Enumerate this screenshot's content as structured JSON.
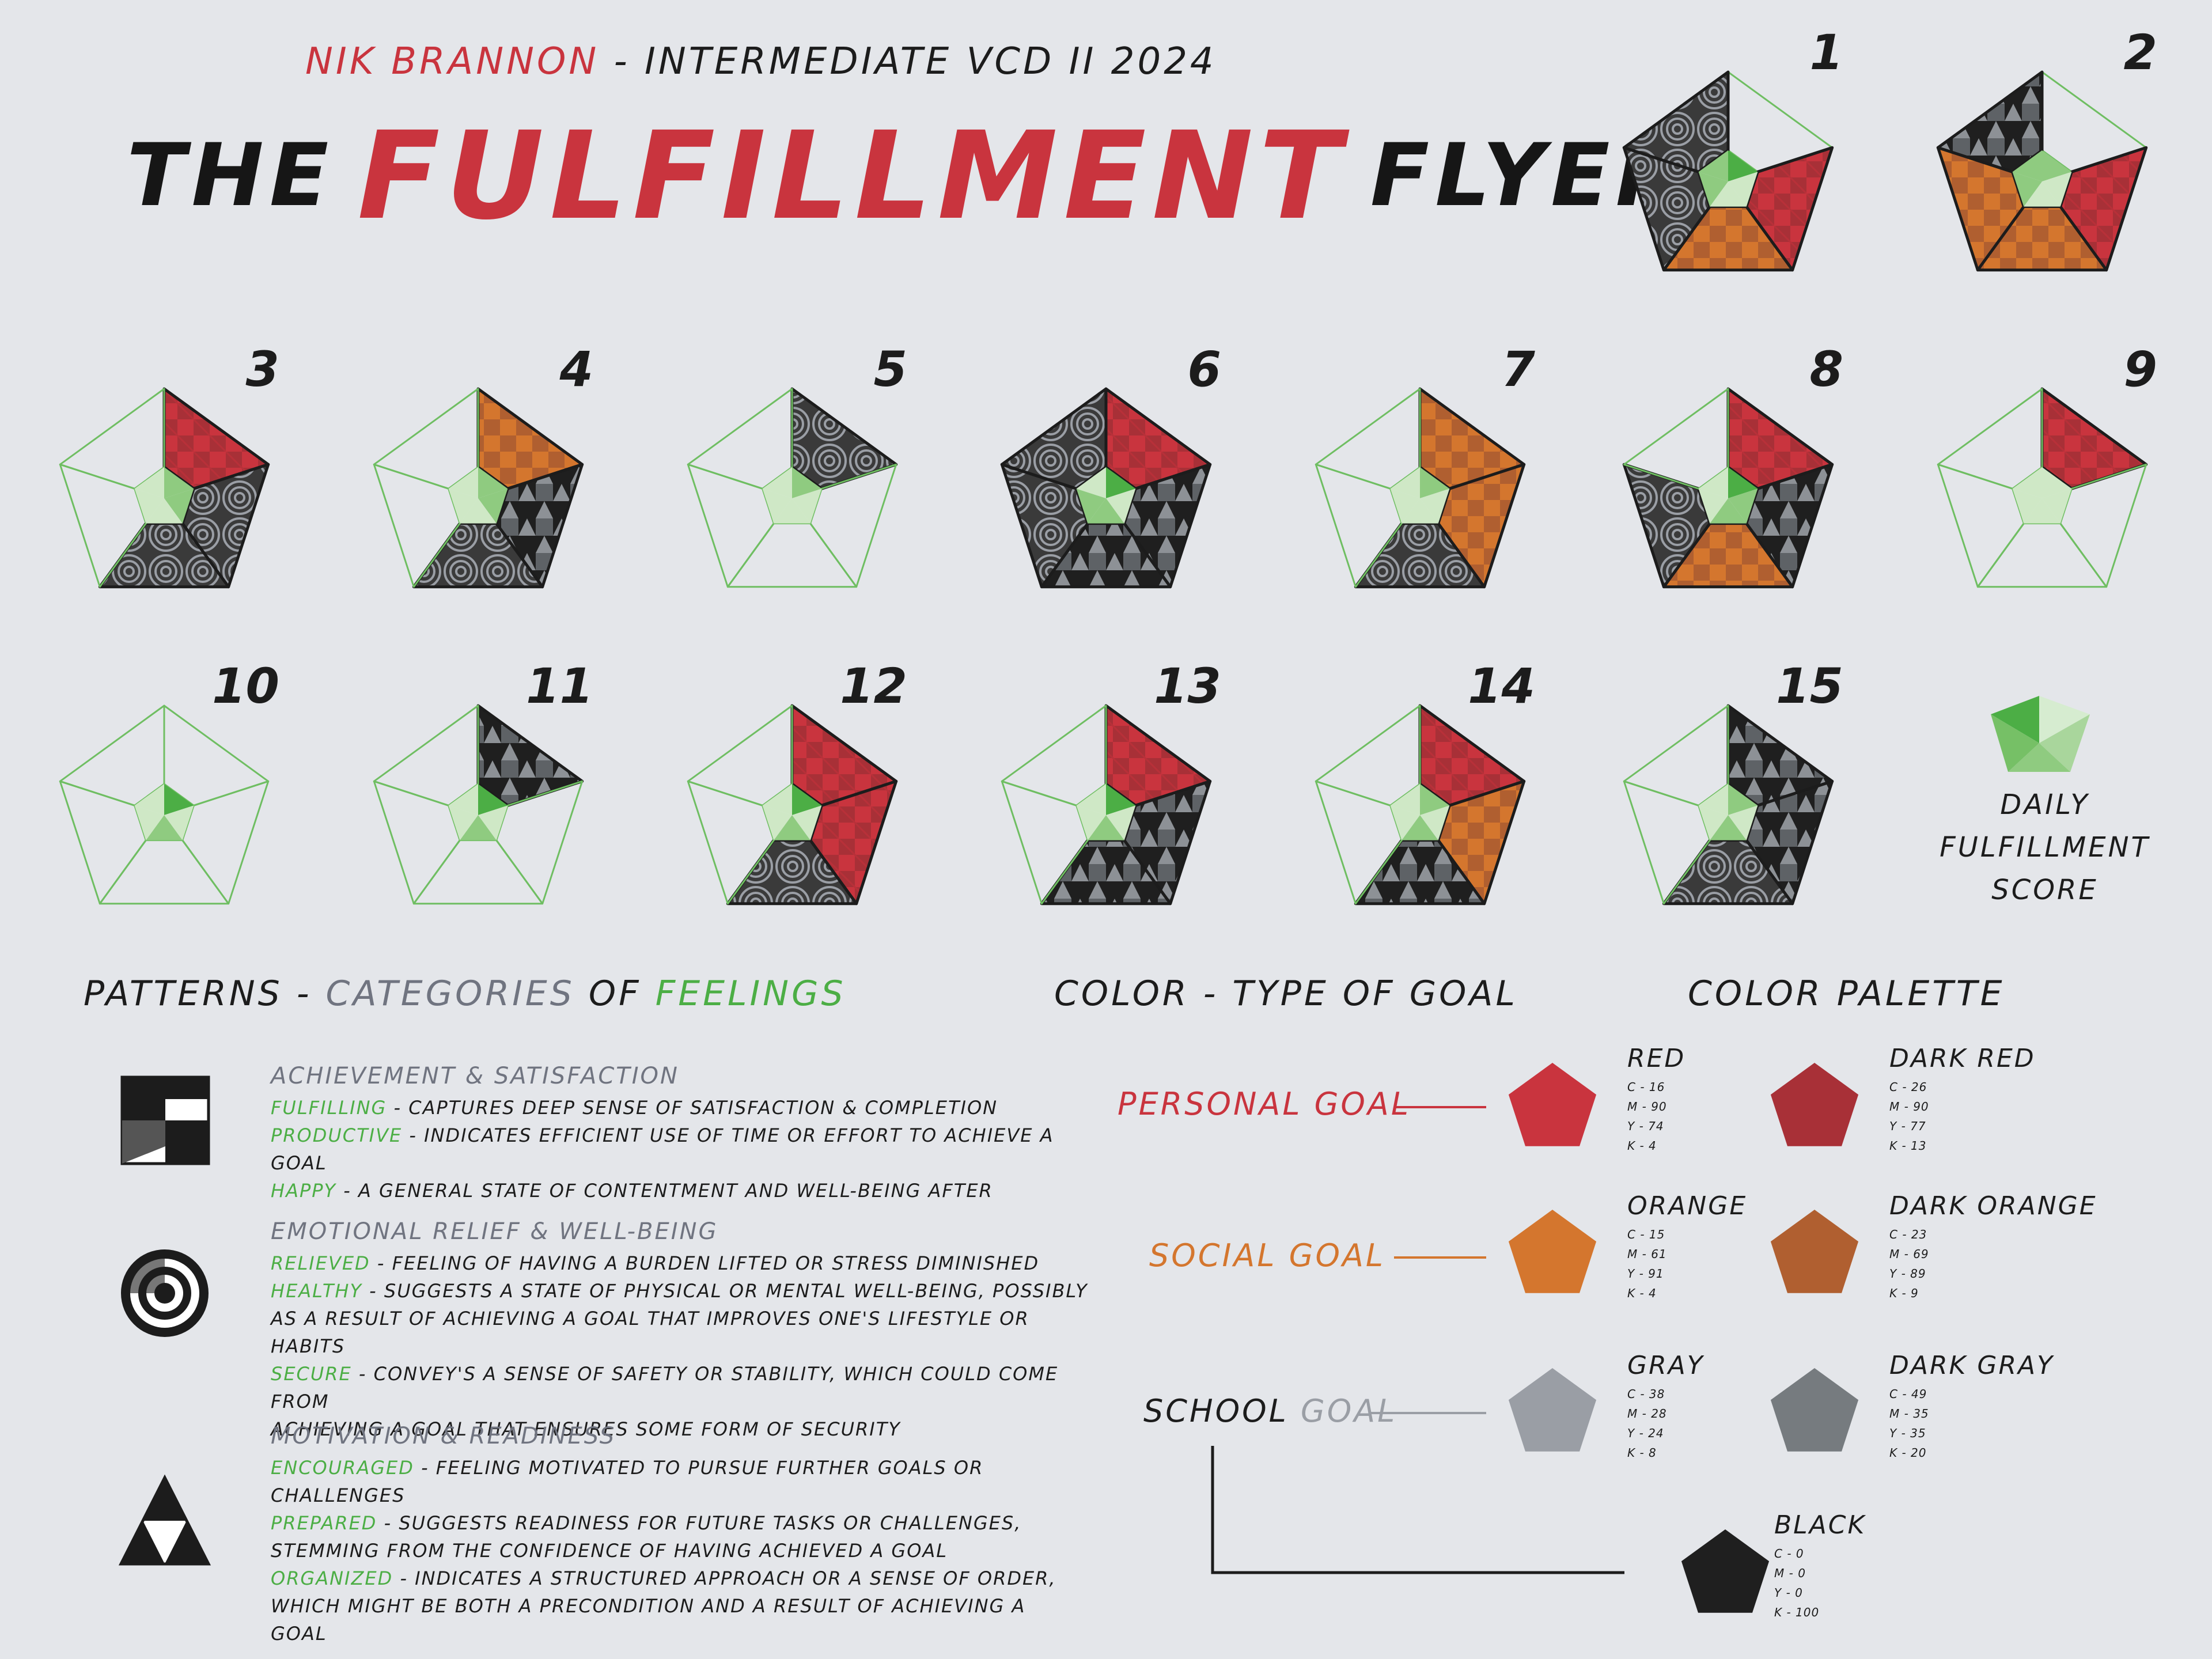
{
  "header": {
    "author": "NIK BRANNON",
    "course": " - INTERMEDIATE VCD II 2024",
    "title_the": "THE",
    "title_main": "FULFILLMENT",
    "title_flyer": "FLYER"
  },
  "colors": {
    "background": "#e4e6ea",
    "red": "#c9343e",
    "dark_red": "#a83037",
    "orange": "#d4762e",
    "dark_orange": "#b05f30",
    "gray": "#9a9ea5",
    "dark_gray": "#767b7f",
    "black": "#1f1f1f",
    "green": "#4cae45",
    "green_light": "#bfe2b5"
  },
  "flyers": [
    {
      "label": "1",
      "segments": [
        "none",
        "red",
        "orange",
        "gray",
        "gray"
      ],
      "scores": [
        "bright",
        "light",
        "light",
        "mid",
        "mid"
      ]
    },
    {
      "label": "2",
      "segments": [
        "none",
        "red",
        "orange",
        "orange",
        "black"
      ],
      "scores": [
        "mid",
        "light",
        "light",
        "mid",
        "mid"
      ]
    },
    {
      "label": "3",
      "segments": [
        "red",
        "gray",
        "gray",
        "none",
        "none"
      ],
      "scores": [
        "mid",
        "mid",
        "light",
        "light",
        "light"
      ]
    },
    {
      "label": "4",
      "segments": [
        "orange",
        "black",
        "gray",
        "none",
        "none"
      ],
      "scores": [
        "mid",
        "mid",
        "light",
        "light",
        "light"
      ]
    },
    {
      "label": "5",
      "segments": [
        "gray",
        "none",
        "none",
        "none",
        "none"
      ],
      "scores": [
        "mid",
        "light",
        "light",
        "light",
        "light"
      ]
    },
    {
      "label": "6",
      "segments": [
        "red",
        "black",
        "black",
        "gray",
        "gray"
      ],
      "scores": [
        "bright",
        "light",
        "mid",
        "mid",
        "light"
      ]
    },
    {
      "label": "7",
      "segments": [
        "orange",
        "orange",
        "gray",
        "none",
        "none"
      ],
      "scores": [
        "mid",
        "light",
        "light",
        "light",
        "light"
      ]
    },
    {
      "label": "8",
      "segments": [
        "red",
        "black",
        "orange",
        "gray",
        "none"
      ],
      "scores": [
        "bright",
        "mid",
        "mid",
        "light",
        "light"
      ]
    },
    {
      "label": "9",
      "segments": [
        "red",
        "none",
        "none",
        "none",
        "none"
      ],
      "scores": [
        "light",
        "light",
        "light",
        "light",
        "light"
      ]
    },
    {
      "label": "10",
      "segments": [
        "none",
        "none",
        "none",
        "none",
        "none"
      ],
      "scores": [
        "bright",
        "light",
        "mid",
        "light",
        "light"
      ]
    },
    {
      "label": "11",
      "segments": [
        "black",
        "none",
        "none",
        "none",
        "none"
      ],
      "scores": [
        "bright",
        "light",
        "mid",
        "light",
        "light"
      ]
    },
    {
      "label": "12",
      "segments": [
        "red",
        "red",
        "gray",
        "none",
        "none"
      ],
      "scores": [
        "bright",
        "light",
        "mid",
        "light",
        "light"
      ]
    },
    {
      "label": "13",
      "segments": [
        "red",
        "black",
        "black",
        "none",
        "none"
      ],
      "scores": [
        "bright",
        "light",
        "mid",
        "light",
        "light"
      ]
    },
    {
      "label": "14",
      "segments": [
        "red",
        "orange",
        "black",
        "none",
        "none"
      ],
      "scores": [
        "mid",
        "light",
        "mid",
        "light",
        "light"
      ]
    },
    {
      "label": "15",
      "segments": [
        "black",
        "black",
        "gray",
        "none",
        "none"
      ],
      "scores": [
        "mid",
        "light",
        "mid",
        "light",
        "light"
      ]
    }
  ],
  "daily_score": {
    "line1": "DAILY",
    "line2": "FULFILLMENT",
    "line3": "SCORE"
  },
  "patterns": {
    "heading_a": "PATTERNS - ",
    "heading_b": "CATEGORIES",
    "heading_c": " OF ",
    "heading_d": "FEELINGS",
    "groups": [
      {
        "icon": "checker-square-icon",
        "category": "ACHIEVEMENT & SATISFACTION",
        "lines": [
          {
            "kw": "FULFILLING",
            "text": " - CAPTURES DEEP SENSE OF SATISFACTION & COMPLETION"
          },
          {
            "kw": "PRODUCTIVE",
            "text": " - INDICATES EFFICIENT USE OF TIME OR EFFORT TO ACHIEVE A GOAL"
          },
          {
            "kw": "HAPPY",
            "text": " - A GENERAL STATE OF CONTENTMENT AND WELL-BEING AFTER"
          }
        ]
      },
      {
        "icon": "concentric-circles-icon",
        "category": "EMOTIONAL RELIEF & WELL-BEING",
        "lines": [
          {
            "kw": "RELIEVED",
            "text": " - FEELING OF HAVING A BURDEN LIFTED OR STRESS DIMINISHED"
          },
          {
            "kw": "HEALTHY",
            "text": " - SUGGESTS A STATE OF PHYSICAL OR MENTAL WELL-BEING, POSSIBLY"
          },
          {
            "kw": "",
            "text": "AS A RESULT OF ACHIEVING A GOAL THAT IMPROVES ONE'S LIFESTYLE OR HABITS"
          },
          {
            "kw": "SECURE",
            "text": " - CONVEY'S A SENSE OF SAFETY OR STABILITY, WHICH COULD COME FROM"
          },
          {
            "kw": "",
            "text": "ACHIEVING A GOAL THAT ENSURES SOME FORM OF SECURITY"
          }
        ]
      },
      {
        "icon": "triangle-pattern-icon",
        "category": "MOTIVATION & READINESS",
        "lines": [
          {
            "kw": "ENCOURAGED",
            "text": " - FEELING MOTIVATED TO PURSUE FURTHER GOALS OR"
          },
          {
            "kw": "",
            "text": "CHALLENGES"
          },
          {
            "kw": "PREPARED",
            "text": " - SUGGESTS READINESS FOR FUTURE TASKS OR CHALLENGES,"
          },
          {
            "kw": "",
            "text": "STEMMING FROM THE CONFIDENCE OF HAVING ACHIEVED A GOAL"
          },
          {
            "kw": "ORGANIZED",
            "text": " - INDICATES A STRUCTURED APPROACH OR A SENSE OF ORDER,"
          },
          {
            "kw": "",
            "text": "WHICH MIGHT BE BOTH A PRECONDITION AND A RESULT OF ACHIEVING A GOAL"
          }
        ]
      }
    ]
  },
  "goal_types": {
    "heading": "COLOR - TYPE OF GOAL",
    "personal": "PERSONAL GOAL",
    "social": "SOCIAL GOAL",
    "school_a": "SCHOOL",
    "school_b": " GOAL"
  },
  "palette": {
    "heading": "COLOR PALETTE",
    "swatches": [
      {
        "name": "RED",
        "hex": "#c9343e",
        "cmyk": [
          "C - 16",
          "M - 90",
          "Y - 74",
          "K - 4"
        ]
      },
      {
        "name": "DARK RED",
        "hex": "#a83037",
        "cmyk": [
          "C - 26",
          "M - 90",
          "Y - 77",
          "K - 13"
        ]
      },
      {
        "name": "ORANGE",
        "hex": "#d4762e",
        "cmyk": [
          "C - 15",
          "M - 61",
          "Y - 91",
          "K - 4"
        ]
      },
      {
        "name": "DARK ORANGE",
        "hex": "#b05f30",
        "cmyk": [
          "C - 23",
          "M - 69",
          "Y - 89",
          "K - 9"
        ]
      },
      {
        "name": "GRAY",
        "hex": "#9a9ea5",
        "cmyk": [
          "C - 38",
          "M - 28",
          "Y - 24",
          "K - 8"
        ]
      },
      {
        "name": "DARK GRAY",
        "hex": "#767b7f",
        "cmyk": [
          "C - 49",
          "M - 35",
          "Y - 35",
          "K - 20"
        ]
      },
      {
        "name": "BLACK",
        "hex": "#1f1f1f",
        "cmyk": [
          "C - 0",
          "M - 0",
          "Y - 0",
          "K - 100"
        ]
      }
    ]
  }
}
